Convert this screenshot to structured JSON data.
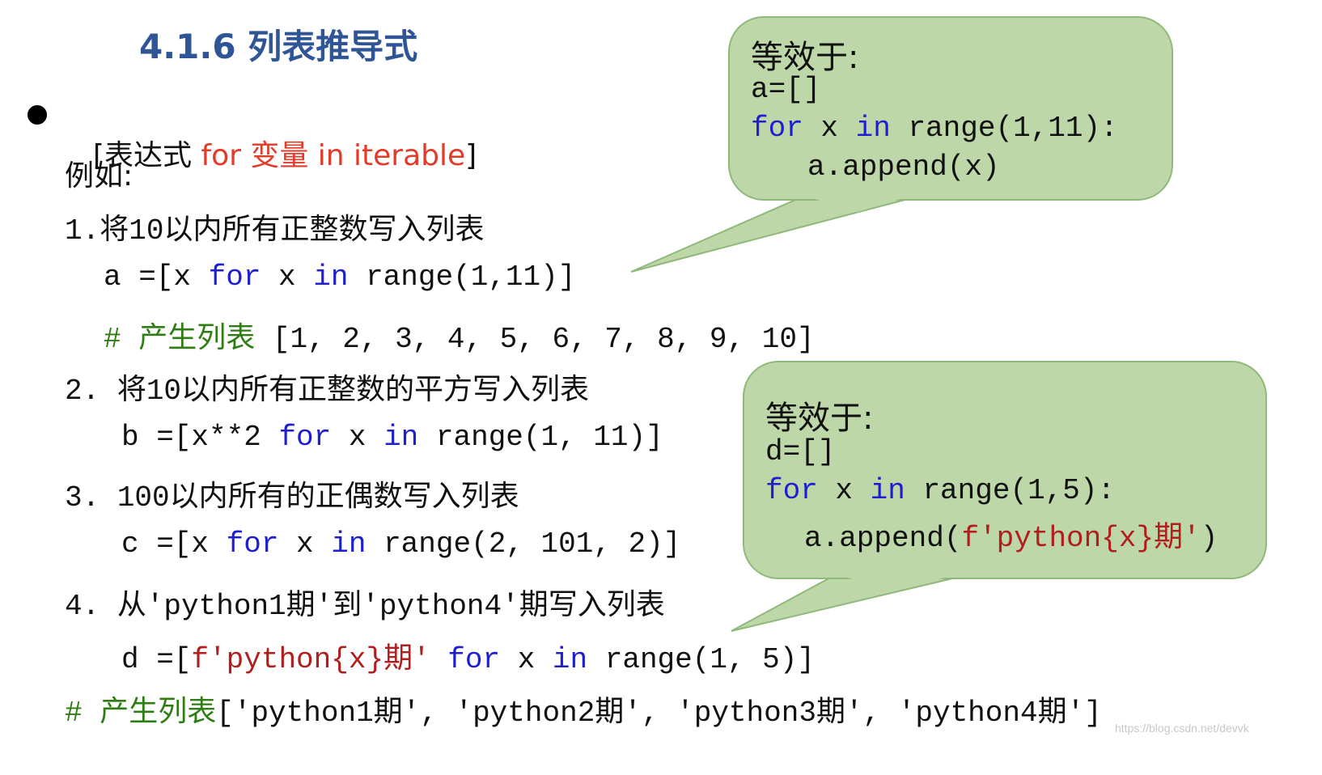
{
  "title": "4.1.6 列表推导式",
  "syntax": {
    "open": "[",
    "expr": "表达式 ",
    "for_part": "for 变量 in iterable",
    "close": "]"
  },
  "example_label": "例如:",
  "items": [
    {
      "num": "1.",
      "heading_pre": "将",
      "heading_num": "10",
      "heading_post": "以内所有正整数写入列表",
      "code": {
        "p1": "a =[x ",
        "for": "for",
        "p2": " x ",
        "in": "in",
        "p3": " range(1,11)]"
      },
      "result": {
        "hash": "# ",
        "label": "产生列表",
        "value": " [1, 2, 3, 4, 5, 6, 7, 8, 9, 10]"
      }
    },
    {
      "num": "2. ",
      "heading_pre": "将",
      "heading_num": "10",
      "heading_post": "以内所有正整数的平方写入列表",
      "code": {
        "p1": "b =[x**2 ",
        "for": "for",
        "p2": " x ",
        "in": "in",
        "p3": " range(1, 11)]"
      }
    },
    {
      "num": "3. ",
      "heading_pre": "",
      "heading_num": "100",
      "heading_post": "以内所有的正偶数写入列表",
      "code": {
        "p1": "c =[x ",
        "for": "for",
        "p2": " x ",
        "in": "in",
        "p3": " range(2, 101, 2)]"
      }
    },
    {
      "num": "4. ",
      "heading_parts": [
        "从",
        "'python1",
        "期",
        "'",
        "到",
        "'python4",
        "'",
        "期写入列表"
      ],
      "code": {
        "p1": "d =[",
        "fstr": "f'python{x}",
        "fstr_cjk": "期",
        "fstr_end": "'",
        "sp": " ",
        "for": "for",
        "p2": " x ",
        "in": "in",
        "p3": " range(1, 5)]"
      },
      "result": {
        "hash": "# ",
        "label": "产生列表",
        "value": "['python1期', 'python2期', 'python3期', 'python4期']"
      }
    }
  ],
  "bubble1": {
    "head": "等效于:",
    "l1": "a=[]",
    "l2_for": "for",
    "l2_mid": " x ",
    "l2_in": "in",
    "l2_end": " range(1,11):",
    "l3": "a.append(x)"
  },
  "bubble2": {
    "head": "等效于:",
    "l1": "d=[]",
    "l2_for": "for",
    "l2_mid": " x ",
    "l2_in": "in",
    "l2_end": " range(1,5):",
    "l3_pre": "a.append(",
    "l3_f": "f'python{x}",
    "l3_cjk": "期",
    "l3_q": "'",
    "l3_end": ")"
  },
  "watermark": "https://blog.csdn.net/devvk",
  "colors": {
    "title": "#2f5597",
    "keyword": "#1f1fd0",
    "fstring": "#b01e1e",
    "comment": "#2e7d12",
    "syntax_red": "#e23b2a",
    "bubble_fill": "#bdd7a8"
  }
}
